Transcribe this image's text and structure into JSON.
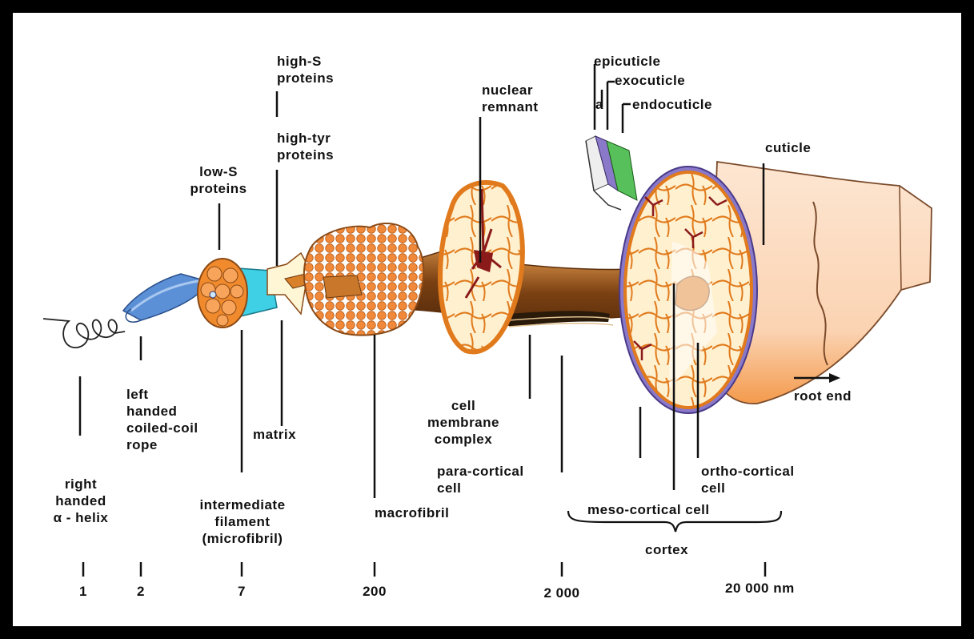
{
  "labels": {
    "alpha_helix": "right\nhanded\nα - helix",
    "coiled_coil": "left\nhanded\ncoiled-coil\nrope",
    "low_s": "low-S\nproteins",
    "high_s": "high-S\nproteins",
    "high_tyr": "high-tyr\nproteins",
    "matrix": "matrix",
    "intermediate_filament": "intermediate\nfilament\n(microfibril)",
    "macrofibril": "macrofibril",
    "nuclear_remnant": "nuclear\nremnant",
    "cell_membrane_complex": "cell\nmembrane\ncomplex",
    "para_cortical": "para-cortical\ncell",
    "epicuticle": "epicuticle",
    "exocuticle": "exocuticle",
    "a_layer": "a",
    "endocuticle": "endocuticle",
    "cuticle": "cuticle",
    "root_end": "root end",
    "ortho_cortical": "ortho-cortical\ncell",
    "meso_cortical": "meso-cortical cell",
    "cortex": "cortex"
  },
  "scale": [
    "1",
    "2",
    "7",
    "200",
    "2 000",
    "20 000 nm"
  ],
  "colors": {
    "border": "#000000",
    "peach": "#fbd9bd",
    "orange": "#f08a2c",
    "brown": "#8a4a16",
    "dark_red": "#8b1a1a",
    "blue": "#5b8fd6",
    "cyan": "#3fd0e6",
    "cream": "#fff4d6",
    "purple": "#8a78c8",
    "green": "#58c05a"
  },
  "icons": [
    "arrow-right-icon"
  ]
}
